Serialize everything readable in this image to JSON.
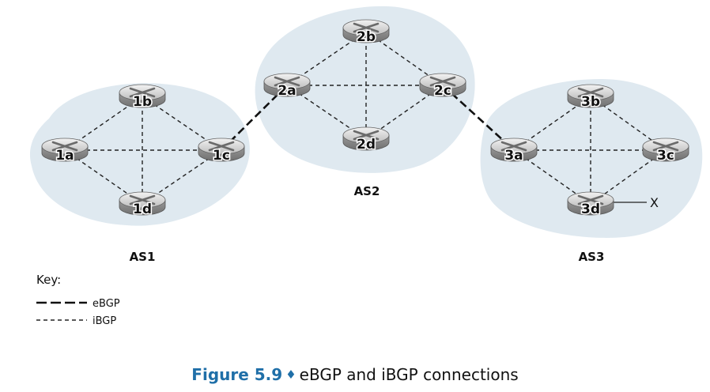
{
  "autonomous_systems": [
    {
      "id": "AS1",
      "label": "AS1",
      "routers": [
        "1a",
        "1b",
        "1c",
        "1d"
      ]
    },
    {
      "id": "AS2",
      "label": "AS2",
      "routers": [
        "2a",
        "2b",
        "2c",
        "2d"
      ]
    },
    {
      "id": "AS3",
      "label": "AS3",
      "routers": [
        "3a",
        "3b",
        "3c",
        "3d"
      ]
    }
  ],
  "ebgp_links": [
    [
      "1c",
      "2a"
    ],
    [
      "2c",
      "3a"
    ]
  ],
  "ibgp_links": [
    [
      "1a",
      "1b"
    ],
    [
      "1a",
      "1c"
    ],
    [
      "1a",
      "1d"
    ],
    [
      "1b",
      "1c"
    ],
    [
      "1b",
      "1d"
    ],
    [
      "1c",
      "1d"
    ],
    [
      "2a",
      "2b"
    ],
    [
      "2a",
      "2c"
    ],
    [
      "2a",
      "2d"
    ],
    [
      "2b",
      "2c"
    ],
    [
      "2b",
      "2d"
    ],
    [
      "2c",
      "2d"
    ],
    [
      "3a",
      "3b"
    ],
    [
      "3a",
      "3c"
    ],
    [
      "3a",
      "3d"
    ],
    [
      "3b",
      "3c"
    ],
    [
      "3b",
      "3d"
    ],
    [
      "3c",
      "3d"
    ]
  ],
  "external": {
    "router": "3d",
    "label": "X"
  },
  "key": {
    "title": "Key:",
    "ebgp_label": "eBGP",
    "ibgp_label": "iBGP"
  },
  "caption": {
    "figure": "Figure 5.9",
    "separator": "♦",
    "text": "eBGP and iBGP connections"
  }
}
